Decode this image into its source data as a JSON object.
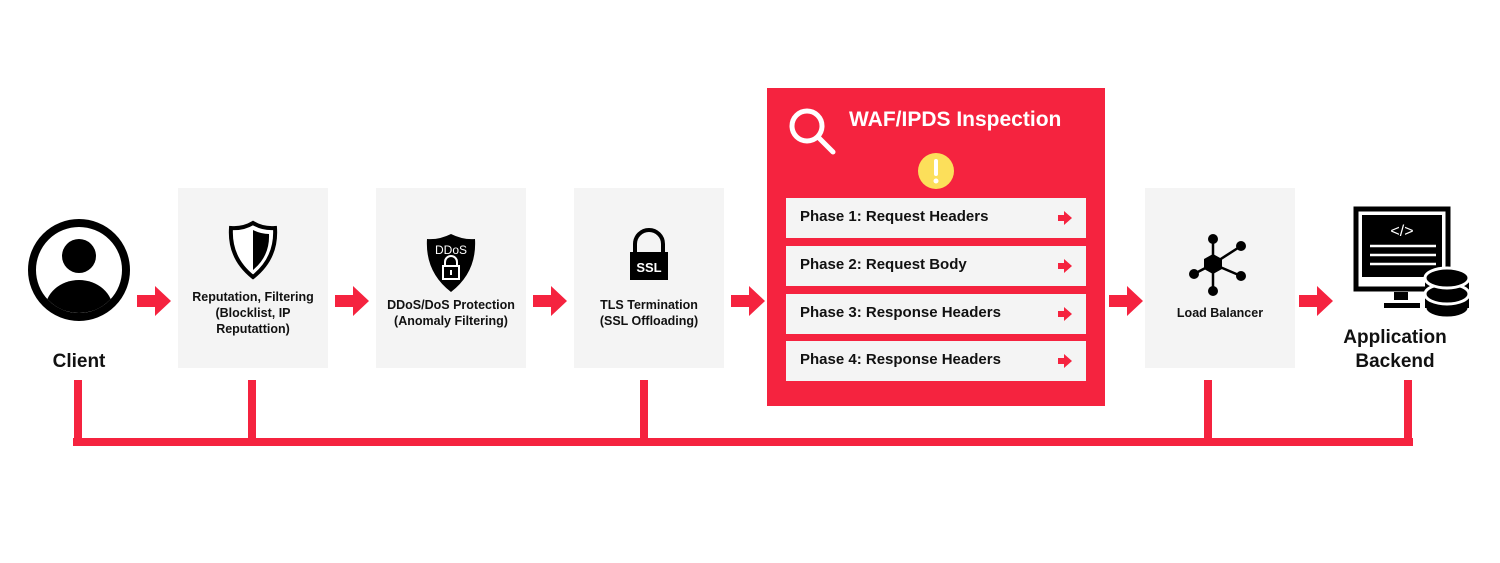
{
  "client": {
    "label": "Client"
  },
  "stages": [
    {
      "label_lines": [
        "Reputation, Filtering",
        "(Blocklist, IP",
        "Reputattion)"
      ]
    },
    {
      "label_lines": [
        "DDoS/DoS Protection",
        "(Anomaly Filtering)"
      ],
      "icon_text": "DDoS"
    },
    {
      "label_lines": [
        "TLS Termination",
        "(SSL Offloading)"
      ],
      "icon_text": "SSL"
    }
  ],
  "waf": {
    "title": "WAF/IPDS Inspection",
    "phases": [
      "Phase 1: Request Headers",
      "Phase 2: Request Body",
      "Phase 3: Response Headers",
      "Phase 4: Response Headers"
    ]
  },
  "load_balancer": {
    "label": "Load Balancer"
  },
  "backend": {
    "label_lines": [
      "Application",
      "Backend"
    ]
  },
  "colors": {
    "accent": "#f5233f",
    "warning": "#fcdf5a",
    "box": "#f4f4f4"
  }
}
